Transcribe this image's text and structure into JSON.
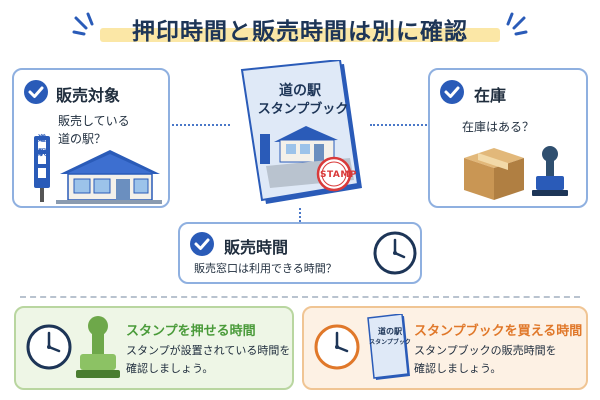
{
  "title": "押印時間と販売時間は別に確認",
  "colors": {
    "primary": "#2a5bb8",
    "card_border": "#8fb0e0",
    "green": "#4a9b3a",
    "orange": "#e0782a",
    "highlight": "#fbe7a6"
  },
  "book": {
    "title_line1": "道の駅",
    "title_line2": "スタンプブック",
    "stamp_label": "STAMP"
  },
  "cards": {
    "sales_target": {
      "title": "販売対象",
      "text_line1": "販売している",
      "text_line2": "道の駅？",
      "sign_label": "道\n駅"
    },
    "stock": {
      "title": "在庫",
      "text": "在庫はある？"
    },
    "sales_time": {
      "title": "販売時間",
      "text": "販売窓口は利用できる時間？"
    }
  },
  "bottom": {
    "stamp_time": {
      "title": "スタンプを押せる時間",
      "text_line1": "スタンプが設置されている時間を",
      "text_line2": "確認しましょう。"
    },
    "book_time": {
      "title": "スタンプブックを買える時間",
      "text_line1": "スタンプブックの販売時間を",
      "text_line2": "確認しましょう。",
      "mini_book_line1": "道の駅",
      "mini_book_line2": "スタンプブック"
    }
  }
}
